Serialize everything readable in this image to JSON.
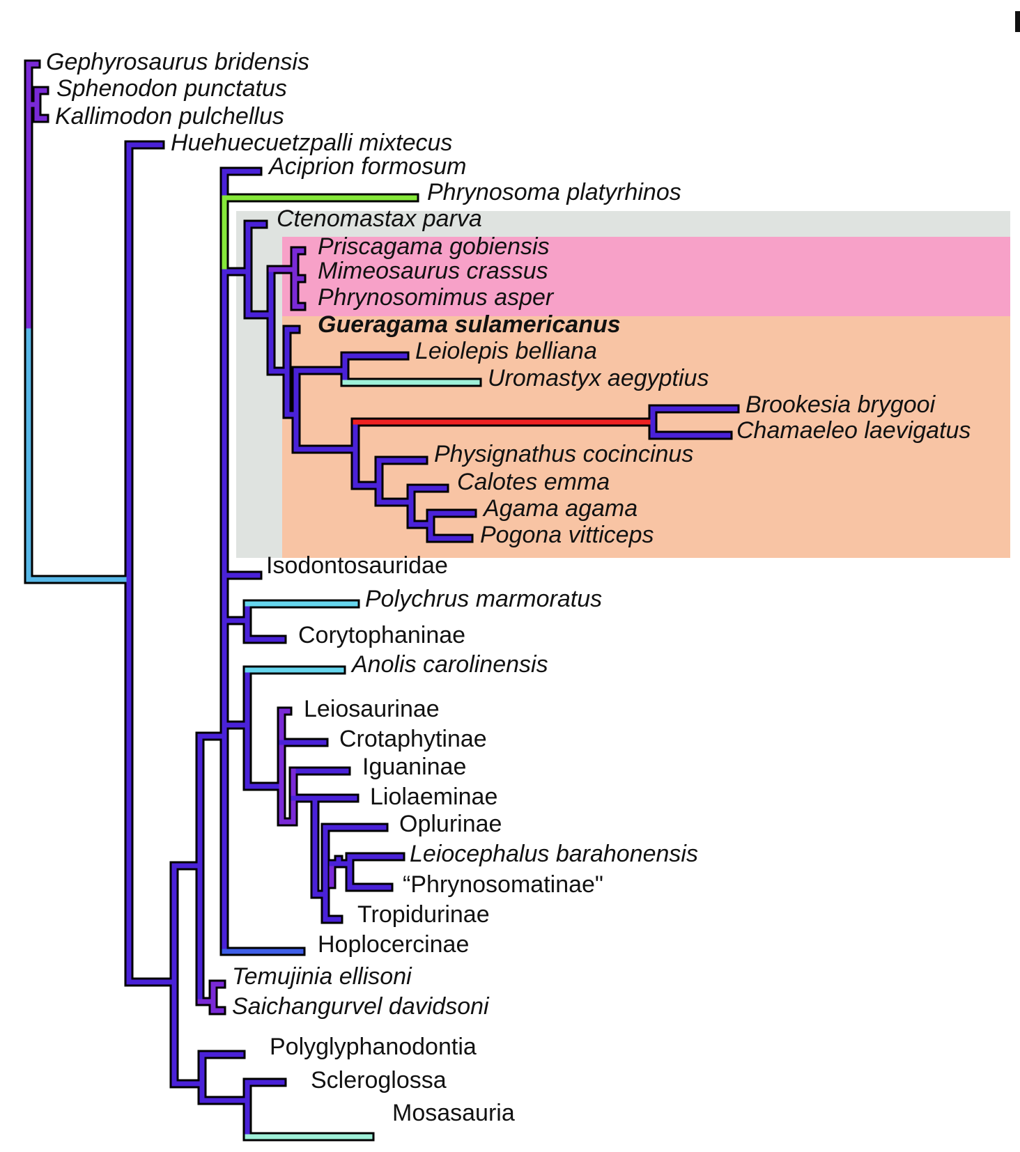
{
  "colors": {
    "background": "#ffffff",
    "outline": "#000000",
    "text": "#111111",
    "region_gray": "#dfe3e0",
    "region_pink": "#f7a1c8",
    "region_peach": "#f8c4a4",
    "branch_indigo": "#4a22d8",
    "branch_violet": "#7a2ad6",
    "branch_blue": "#3f5fe8",
    "branch_skyblue": "#58b8e8",
    "branch_cyan": "#66d6ee",
    "branch_mint": "#9ff0d8",
    "branch_green": "#86e83a",
    "branch_red": "#ee2222"
  },
  "taxa": [
    {
      "id": "gephyrosaurus",
      "label": "Gephyrosaurus bridensis",
      "style": "italic"
    },
    {
      "id": "sphenodon",
      "label": "Sphenodon punctatus",
      "style": "italic"
    },
    {
      "id": "kallimodon",
      "label": "Kallimodon pulchellus",
      "style": "italic"
    },
    {
      "id": "huehuecuetzpalli",
      "label": "Huehuecuetzpalli mixtecus",
      "style": "italic"
    },
    {
      "id": "aciprion",
      "label": "Aciprion formosum",
      "style": "italic"
    },
    {
      "id": "phrynosoma",
      "label": "Phrynosoma platyrhinos",
      "style": "italic"
    },
    {
      "id": "ctenomastax",
      "label": "Ctenomastax parva",
      "style": "italic"
    },
    {
      "id": "priscagama",
      "label": "Priscagama gobiensis",
      "style": "italic"
    },
    {
      "id": "mimeosaurus",
      "label": "Mimeosaurus crassus",
      "style": "italic"
    },
    {
      "id": "phrynosomimus",
      "label": "Phrynosomimus asper",
      "style": "italic"
    },
    {
      "id": "gueragama",
      "label": "Gueragama sulamericanus",
      "style": "bold-italic"
    },
    {
      "id": "leiolepis",
      "label": "Leiolepis belliana",
      "style": "italic"
    },
    {
      "id": "uromastyx",
      "label": "Uromastyx aegyptius",
      "style": "italic"
    },
    {
      "id": "brookesia",
      "label": "Brookesia brygooi",
      "style": "italic"
    },
    {
      "id": "chamaeleo",
      "label": "Chamaeleo laevigatus",
      "style": "italic"
    },
    {
      "id": "physignathus",
      "label": "Physignathus cocincinus",
      "style": "italic"
    },
    {
      "id": "calotes",
      "label": "Calotes emma",
      "style": "italic"
    },
    {
      "id": "agama",
      "label": "Agama agama",
      "style": "italic"
    },
    {
      "id": "pogona",
      "label": "Pogona vitticeps",
      "style": "italic"
    },
    {
      "id": "isodontosauridae",
      "label": "Isodontosauridae",
      "style": "normal"
    },
    {
      "id": "polychrus",
      "label": "Polychrus marmoratus",
      "style": "italic"
    },
    {
      "id": "corytophaninae",
      "label": "Corytophaninae",
      "style": "normal"
    },
    {
      "id": "anolis",
      "label": "Anolis carolinensis",
      "style": "italic"
    },
    {
      "id": "leiosaurinae",
      "label": "Leiosaurinae",
      "style": "normal"
    },
    {
      "id": "crotaphytinae",
      "label": "Crotaphytinae",
      "style": "normal"
    },
    {
      "id": "iguaninae",
      "label": "Iguaninae",
      "style": "normal"
    },
    {
      "id": "liolaeminae",
      "label": "Liolaeminae",
      "style": "normal"
    },
    {
      "id": "oplurinae",
      "label": "Oplurinae",
      "style": "normal"
    },
    {
      "id": "leiocephalus",
      "label": "Leiocephalus barahonensis",
      "style": "italic"
    },
    {
      "id": "phrynosomatinae",
      "label": "“Phrynosomatinae\"",
      "style": "normal"
    },
    {
      "id": "tropidurinae",
      "label": "Tropidurinae",
      "style": "normal"
    },
    {
      "id": "hoplocercinae",
      "label": "Hoplocercinae",
      "style": "normal"
    },
    {
      "id": "temujinia",
      "label": "Temujinia ellisoni",
      "style": "italic"
    },
    {
      "id": "saichangurvel",
      "label": "Saichangurvel davidsoni",
      "style": "italic"
    },
    {
      "id": "polyglyphanodontia",
      "label": "Polyglyphanodontia",
      "style": "normal"
    },
    {
      "id": "scleroglossa",
      "label": "Scleroglossa",
      "style": "normal"
    },
    {
      "id": "mosasauria",
      "label": "Mosasauria",
      "style": "normal"
    }
  ]
}
